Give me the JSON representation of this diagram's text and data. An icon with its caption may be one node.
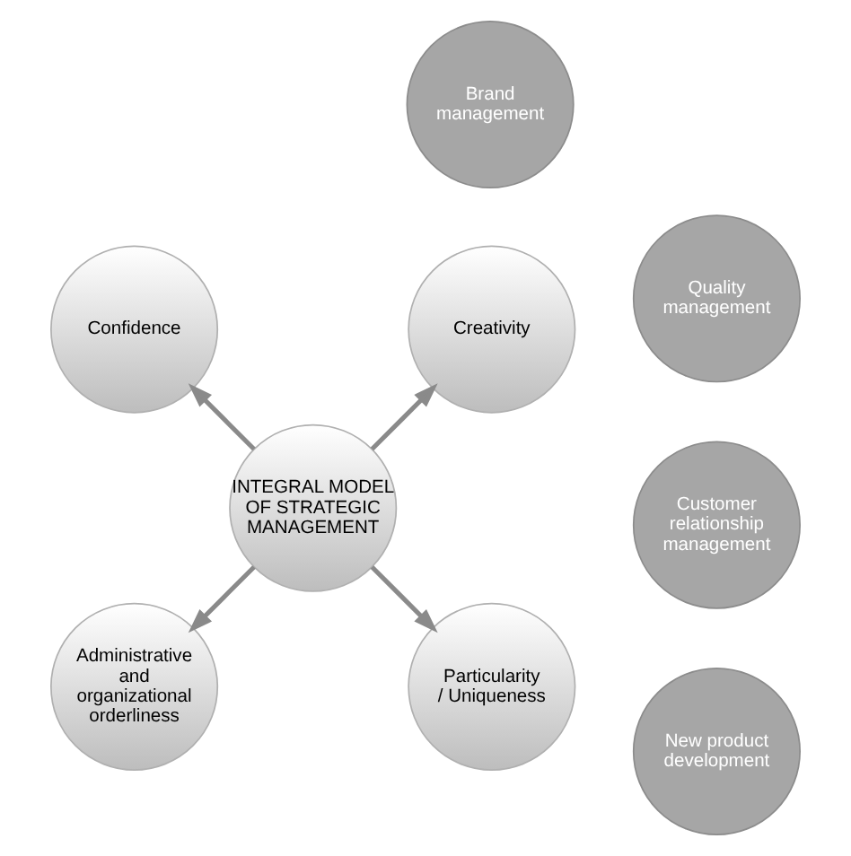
{
  "diagram": {
    "nodes": [
      {
        "text": [
          "New product development"
        ]
      },
      {
        "text": [
          "Creativity"
        ]
      },
      {
        "text": [
          "Customer relationship management"
        ]
      },
      {
        "text": [
          "Quality management"
        ]
      },
      {
        "text": [
          "Confidence"
        ]
      },
      {
        "text": [
          "INTEGRAL MODEL OF STRATEGIC MANAGEMENT"
        ]
      },
      {
        "text": [
          "Administrative and organizational orderliness"
        ]
      },
      {
        "text": [
          "Brand management"
        ]
      },
      {
        "text": [
          "Particularity / Uniqueness"
        ]
      }
    ],
    "edges": [
      {
        "from": 5,
        "to": 1,
        "arrow": "to"
      },
      {
        "from": 5,
        "to": 4,
        "arrow": "to"
      },
      {
        "from": 5,
        "to": 6,
        "arrow": "to"
      },
      {
        "from": 5,
        "to": 8,
        "arrow": "to"
      }
    ]
  }
}
